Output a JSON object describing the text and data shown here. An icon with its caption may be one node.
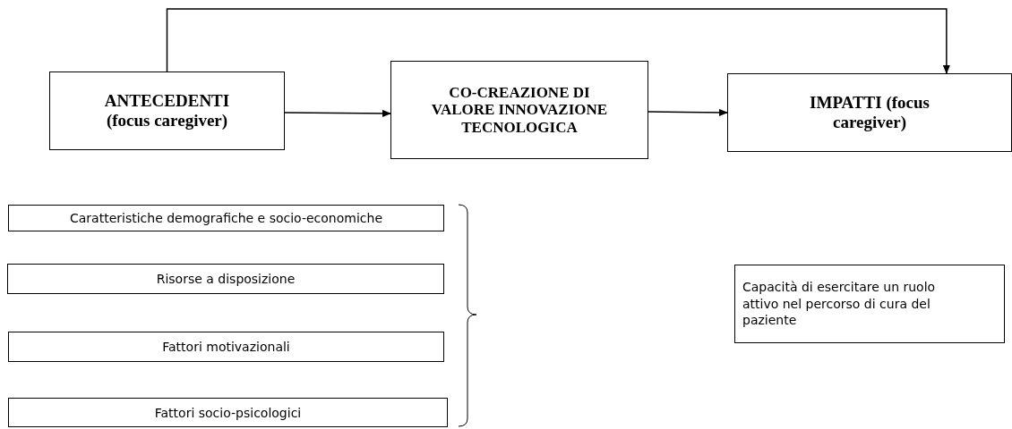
{
  "diagram": {
    "nodes": [
      {
        "text": [
          "ANTECEDENTI (focus caregiver)"
        ]
      },
      {
        "text": [
          "CO-CREAZIONE DI VALORE INNOVAZIONE TECNOLOGICA"
        ]
      },
      {
        "text": [
          "IMPATTI (focus caregiver)"
        ]
      },
      {
        "text": [
          "Caratteristiche demografiche e socio-economiche"
        ]
      },
      {
        "text": [
          "Risorse a disposizione"
        ]
      },
      {
        "text": [
          "Fattori motivazionali"
        ]
      },
      {
        "text": [
          "Fattori socio-psicologici"
        ]
      },
      {
        "text": [
          "Capacità di esercitare un ruolo attivo nel percorso di cura del paziente"
        ]
      }
    ],
    "edges": [
      {
        "from": 0,
        "to": 1,
        "arrow": "to"
      },
      {
        "from": 1,
        "to": 2,
        "arrow": "to"
      },
      {
        "from": 0,
        "to": 2,
        "arrow": "to"
      }
    ]
  }
}
